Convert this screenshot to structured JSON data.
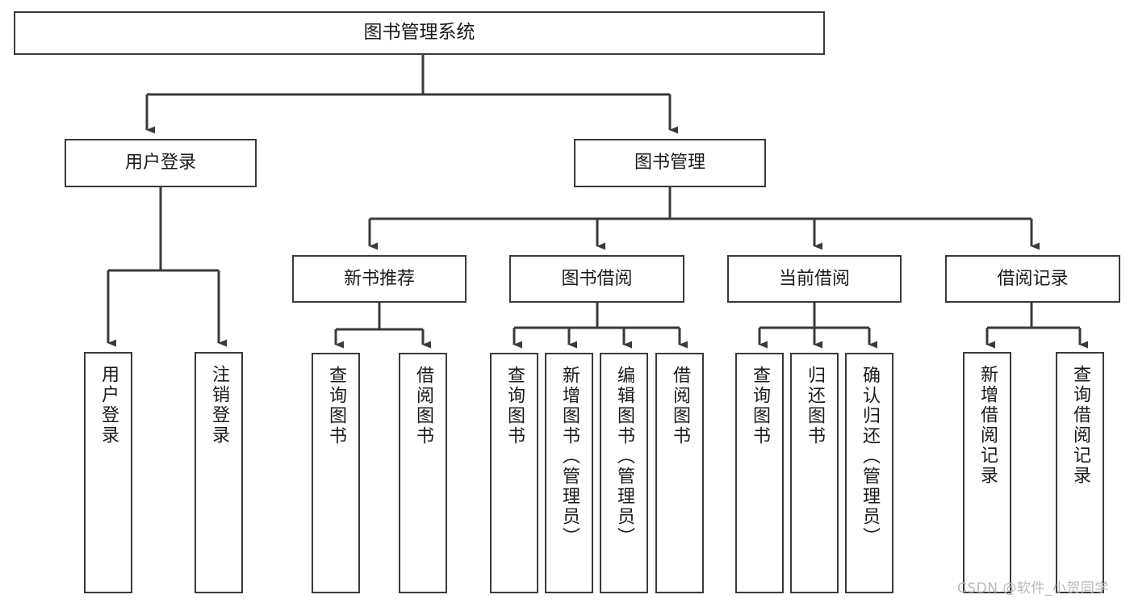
{
  "diagram": {
    "title": "图书管理系统",
    "type": "tree-hierarchy-diagram",
    "watermark": "CSDN @软件_小贺同学",
    "colors": {
      "stroke": "#3a3a3a",
      "fill": "#ffffff",
      "text": "#1a1a1a",
      "watermark": "#b9b9b9"
    },
    "root": {
      "label": "图书管理系统"
    },
    "level2": [
      {
        "label": "用户登录"
      },
      {
        "label": "图书管理"
      }
    ],
    "level3": [
      {
        "label": "新书推荐"
      },
      {
        "label": "图书借阅"
      },
      {
        "label": "当前借阅"
      },
      {
        "label": "借阅记录"
      }
    ],
    "leaves": {
      "user_login": [
        {
          "label": "用户登录"
        },
        {
          "label": "注销登录"
        }
      ],
      "new_book": [
        {
          "label": "查询图书"
        },
        {
          "label": "借阅图书"
        }
      ],
      "book_borrow": [
        {
          "label": "查询图书"
        },
        {
          "label": "新增图书（管理员）"
        },
        {
          "label": "编辑图书（管理员）"
        },
        {
          "label": "借阅图书"
        }
      ],
      "current_borrow": [
        {
          "label": "查询图书"
        },
        {
          "label": "归还图书"
        },
        {
          "label": "确认归还（管理员）"
        }
      ],
      "borrow_record": [
        {
          "label": "新增借阅记录"
        },
        {
          "label": "查询借阅记录"
        }
      ]
    }
  }
}
